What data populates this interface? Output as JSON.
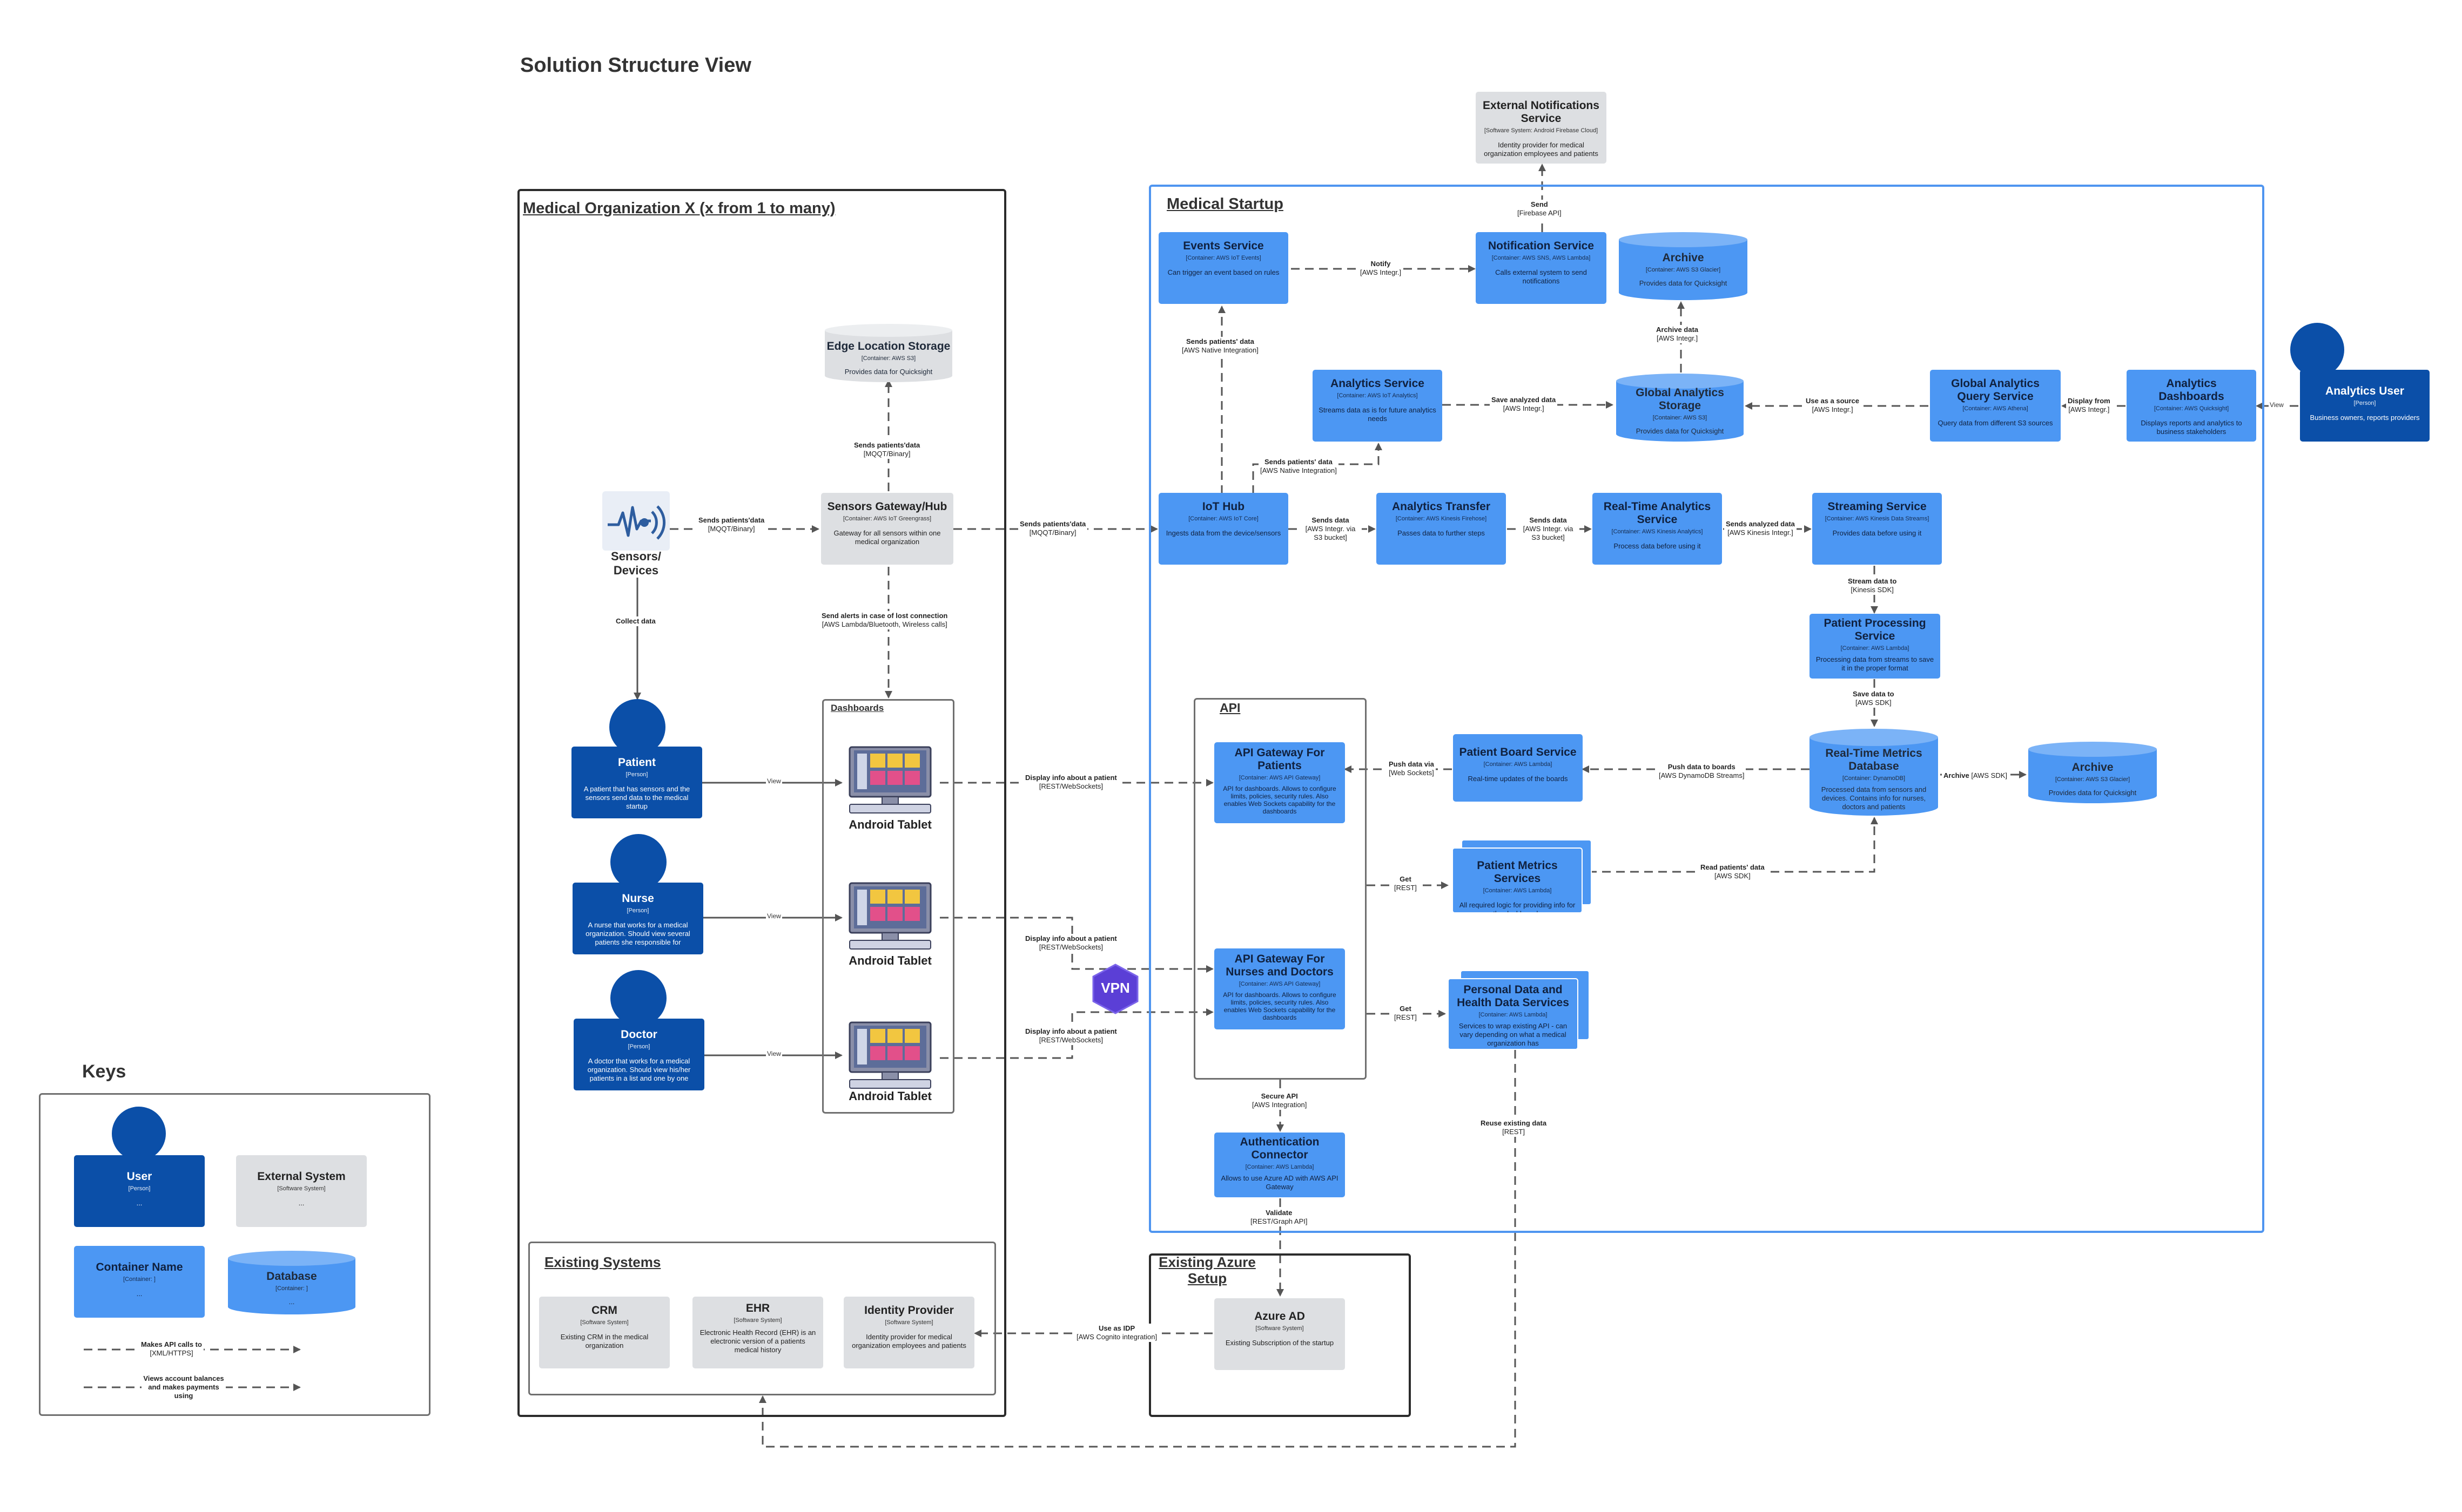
{
  "page_title": "Solution Structure View",
  "boundaries": {
    "medical_org": "Medical Organization X (x from 1 to many)",
    "startup": "Medical Startup",
    "api": "API",
    "dashboards": "Dashboards",
    "existing_systems": "Existing Systems",
    "azure": "Existing Azure Setup",
    "keys": "Keys"
  },
  "nodes": {
    "ext_notif": {
      "name": "External Notifications Service",
      "type": "[Software System: Android Firebase Cloud]",
      "desc": "Identity provider for medical organization employees and patients"
    },
    "events": {
      "name": "Events Service",
      "type": "[Container: AWS IoT Events]",
      "desc": "Can trigger an event based on rules"
    },
    "notification": {
      "name": "Notification Service",
      "type": "[Container: AWS SNS, AWS Lambda]",
      "desc": "Calls external system to send notifications"
    },
    "archive_top": {
      "name": "Archive",
      "type": "[Container: AWS S3 Glacier]",
      "desc": "Provides data for Quicksight"
    },
    "edge_storage": {
      "name": "Edge Location Storage",
      "type": "[Container: AWS S3]",
      "desc": "Provides data for Quicksight"
    },
    "analytics_service": {
      "name": "Analytics Service",
      "type": "[Container: AWS IoT Analytics]",
      "desc": "Streams data as is for future analytics needs"
    },
    "global_storage": {
      "name": "Global Analytics Storage",
      "type": "[Container: AWS S3]",
      "desc": "Provides data for Quicksight"
    },
    "global_query": {
      "name": "Global Analytics Query Service",
      "type": "[Container: AWS Athena]",
      "desc": "Query data from different S3 sources"
    },
    "analytics_dash": {
      "name": "Analytics Dashboards",
      "type": "[Container: AWS Quicksight]",
      "desc": "Displays reports and analytics to business stakeholders"
    },
    "analytics_user": {
      "name": "Analytics User",
      "type": "[Person]",
      "desc": "Business owners, reports providers"
    },
    "sensors": {
      "name": "Sensors/ Devices"
    },
    "gateway": {
      "name": "Sensors Gateway/Hub",
      "type": "[Container: AWS IoT Greengrass]",
      "desc": "Gateway for all sensors within one medical organization"
    },
    "iot_hub": {
      "name": "IoT Hub",
      "type": "[Container: AWS IoT Core]",
      "desc": "Ingests data from the device/sensors"
    },
    "analytics_transfer": {
      "name": "Analytics Transfer",
      "type": "[Container: AWS Kinesis Firehose]",
      "desc": "Passes data to further steps"
    },
    "rt_analytics": {
      "name": "Real-Time Analytics Service",
      "type": "[Container: AWS Kinesis Analytics]",
      "desc": "Process data before using it"
    },
    "streaming": {
      "name": "Streaming Service",
      "type": "[Container: AWS Kinesis Data Streams]",
      "desc": "Provides data before using it"
    },
    "patient_processing": {
      "name": "Patient Processing Service",
      "type": "[Container: AWS Lambda]",
      "desc": "Processing data from streams to save it in the proper format"
    },
    "rt_metrics_db": {
      "name": "Real-Time Metrics Database",
      "type": "[Container: DynamoDB]",
      "desc": "Processed data from sensors and devices. Contains info for nurses, doctors and patients"
    },
    "archive_mid": {
      "name": "Archive",
      "type": "[Container: AWS S3 Glacier]",
      "desc": "Provides data for Quicksight"
    },
    "patient": {
      "name": "Patient",
      "type": "[Person]",
      "desc": "A patient that has sensors and the sensors send data to the medical startup"
    },
    "nurse": {
      "name": "Nurse",
      "type": "[Person]",
      "desc": "A nurse that works for a medical organization. Should view several patients she responsible for"
    },
    "doctor": {
      "name": "Doctor",
      "type": "[Person]",
      "desc": "A doctor that works for a medical organization. Should view his/her patients in a list and one by one"
    },
    "tablet": {
      "name": "Android Tablet"
    },
    "api_patients": {
      "name": "API Gateway For Patients",
      "type": "[Container: AWS API Gateway]",
      "desc": "API for dashboards. Allows to configure limits, policies, security rules. Also enables Web Sockets capability for the dashboards"
    },
    "api_nurses": {
      "name": "API Gateway For Nurses and Doctors",
      "type": "[Container: AWS API Gateway]",
      "desc": "API for dashboards. Allows to configure limits, policies, security rules. Also enables Web Sockets capability for the dashboards"
    },
    "patient_board": {
      "name": "Patient Board Service",
      "type": "[Container: AWS Lambda]",
      "desc": "Real-time updates of the boards"
    },
    "patient_metrics": {
      "name": "Patient Metrics Services",
      "type": "[Container: AWS Lambda]",
      "desc": "All required logic for providing info for the dashboards"
    },
    "personal_data": {
      "name": "Personal Data and Health Data Services",
      "type": "[Container: AWS Lambda]",
      "desc": "Services to wrap existing API - can vary depending on what a medical organization has"
    },
    "auth_connector": {
      "name": "Authentication Connector",
      "type": "[Container: AWS Lambda]",
      "desc": "Allows to use Azure AD with AWS API Gateway"
    },
    "crm": {
      "name": "CRM",
      "type": "[Software System]",
      "desc": "Existing CRM in the medical organization"
    },
    "ehr": {
      "name": "EHR",
      "type": "[Software System]",
      "desc": "Electronic Health Record (EHR) is an electronic version of a patients medical history"
    },
    "idp": {
      "name": "Identity Provider",
      "type": "[Software System]",
      "desc": "Identity provider for medical organization employees and patients"
    },
    "azure_ad": {
      "name": "Azure AD",
      "type": "[Software System]",
      "desc": "Existing Subscription of the startup"
    },
    "vpn": {
      "name": "VPN"
    }
  },
  "keys": {
    "user": {
      "name": "User",
      "type": "[Person]",
      "desc": "..."
    },
    "external": {
      "name": "External System",
      "type": "[Software System]",
      "desc": "..."
    },
    "container": {
      "name": "Container Name",
      "type": "[Container: ]",
      "desc": "..."
    },
    "database": {
      "name": "Database",
      "type": "[Container: ]",
      "desc": "..."
    },
    "line1": {
      "s": "Makes API calls to",
      "t": "[XML/HTTPS]"
    },
    "line2": {
      "s": "Views account balances and makes payments using",
      "t": ""
    }
  },
  "edges": {
    "send": {
      "s": "Send",
      "t": "[Firebase API]"
    },
    "notify": {
      "s": "Notify",
      "t": "[AWS Integr.]"
    },
    "archive_data": {
      "s": "Archive data",
      "t": "[AWS Integr.]"
    },
    "sends_patients_data_native": {
      "s": "Sends patients' data",
      "t": "[AWS Native Integration]"
    },
    "sends_patients_data_native2": {
      "s": "Sends patients' data",
      "t": "[AWS Native Integration]"
    },
    "save_analyzed": {
      "s": "Save analyzed data",
      "t": "[AWS Integr.]"
    },
    "use_as_source": {
      "s": "Use as a source",
      "t": "[AWS Integr.]"
    },
    "display_from": {
      "s": "Display from",
      "t": "[AWS Integr.]"
    },
    "view_au": {
      "s": "View",
      "t": ""
    },
    "edge_sends": {
      "s": "Sends patients'data",
      "t": "[MQQT/Binary]"
    },
    "sensor_sends": {
      "s": "Sends patients'data",
      "t": "[MQQT/Binary]"
    },
    "gateway_sends": {
      "s": "Sends patients'data",
      "t": "[MQQT/Binary]"
    },
    "iot_sends": {
      "s": "Sends data",
      "t": "[AWS Integr. via S3 bucket]"
    },
    "transfer_sends": {
      "s": "Sends data",
      "t": "[AWS Integr. via S3 bucket]"
    },
    "rt_sends": {
      "s": "Sends analyzed data",
      "t": "[AWS Kinesis Integr.]"
    },
    "stream_to": {
      "s": "Stream data to",
      "t": "[Kinesis SDK]"
    },
    "save_to": {
      "s": "Save data to",
      "t": "[AWS SDK]"
    },
    "archive_sdk": {
      "s": "Archive",
      "t": "[AWS SDK]"
    },
    "collect": {
      "s": "Collect data",
      "t": ""
    },
    "alerts": {
      "s": "Send alerts in case of lost connection",
      "t": "[AWS Lambda/Bluetooth, Wireless calls]"
    },
    "view1": {
      "s": "View",
      "t": ""
    },
    "view2": {
      "s": "View",
      "t": ""
    },
    "view3": {
      "s": "View",
      "t": ""
    },
    "display1": {
      "s": "Display info about a patient",
      "t": "[REST/WebSockets]"
    },
    "display2": {
      "s": "Display info about a patient",
      "t": "[REST/WebSockets]"
    },
    "display3": {
      "s": "Display info about a patient",
      "t": "[REST/WebSockets]"
    },
    "push_via": {
      "s": "Push data via",
      "t": "[Web Sockets]"
    },
    "push_boards": {
      "s": "Push data to boards",
      "t": "[AWS DynamoDB Streams]"
    },
    "get1": {
      "s": "Get",
      "t": "[REST]"
    },
    "get2": {
      "s": "Get",
      "t": "[REST]"
    },
    "read_patients": {
      "s": "Read patients' data",
      "t": "[AWS SDK]"
    },
    "secure_api": {
      "s": "Secure API",
      "t": "[AWS Integration]"
    },
    "validate": {
      "s": "Validate",
      "t": "[REST/Graph API]"
    },
    "use_idp": {
      "s": "Use as IDP",
      "t": "[AWS Cognito integration]"
    },
    "reuse": {
      "s": "Reuse existing data",
      "t": "[REST]"
    }
  }
}
